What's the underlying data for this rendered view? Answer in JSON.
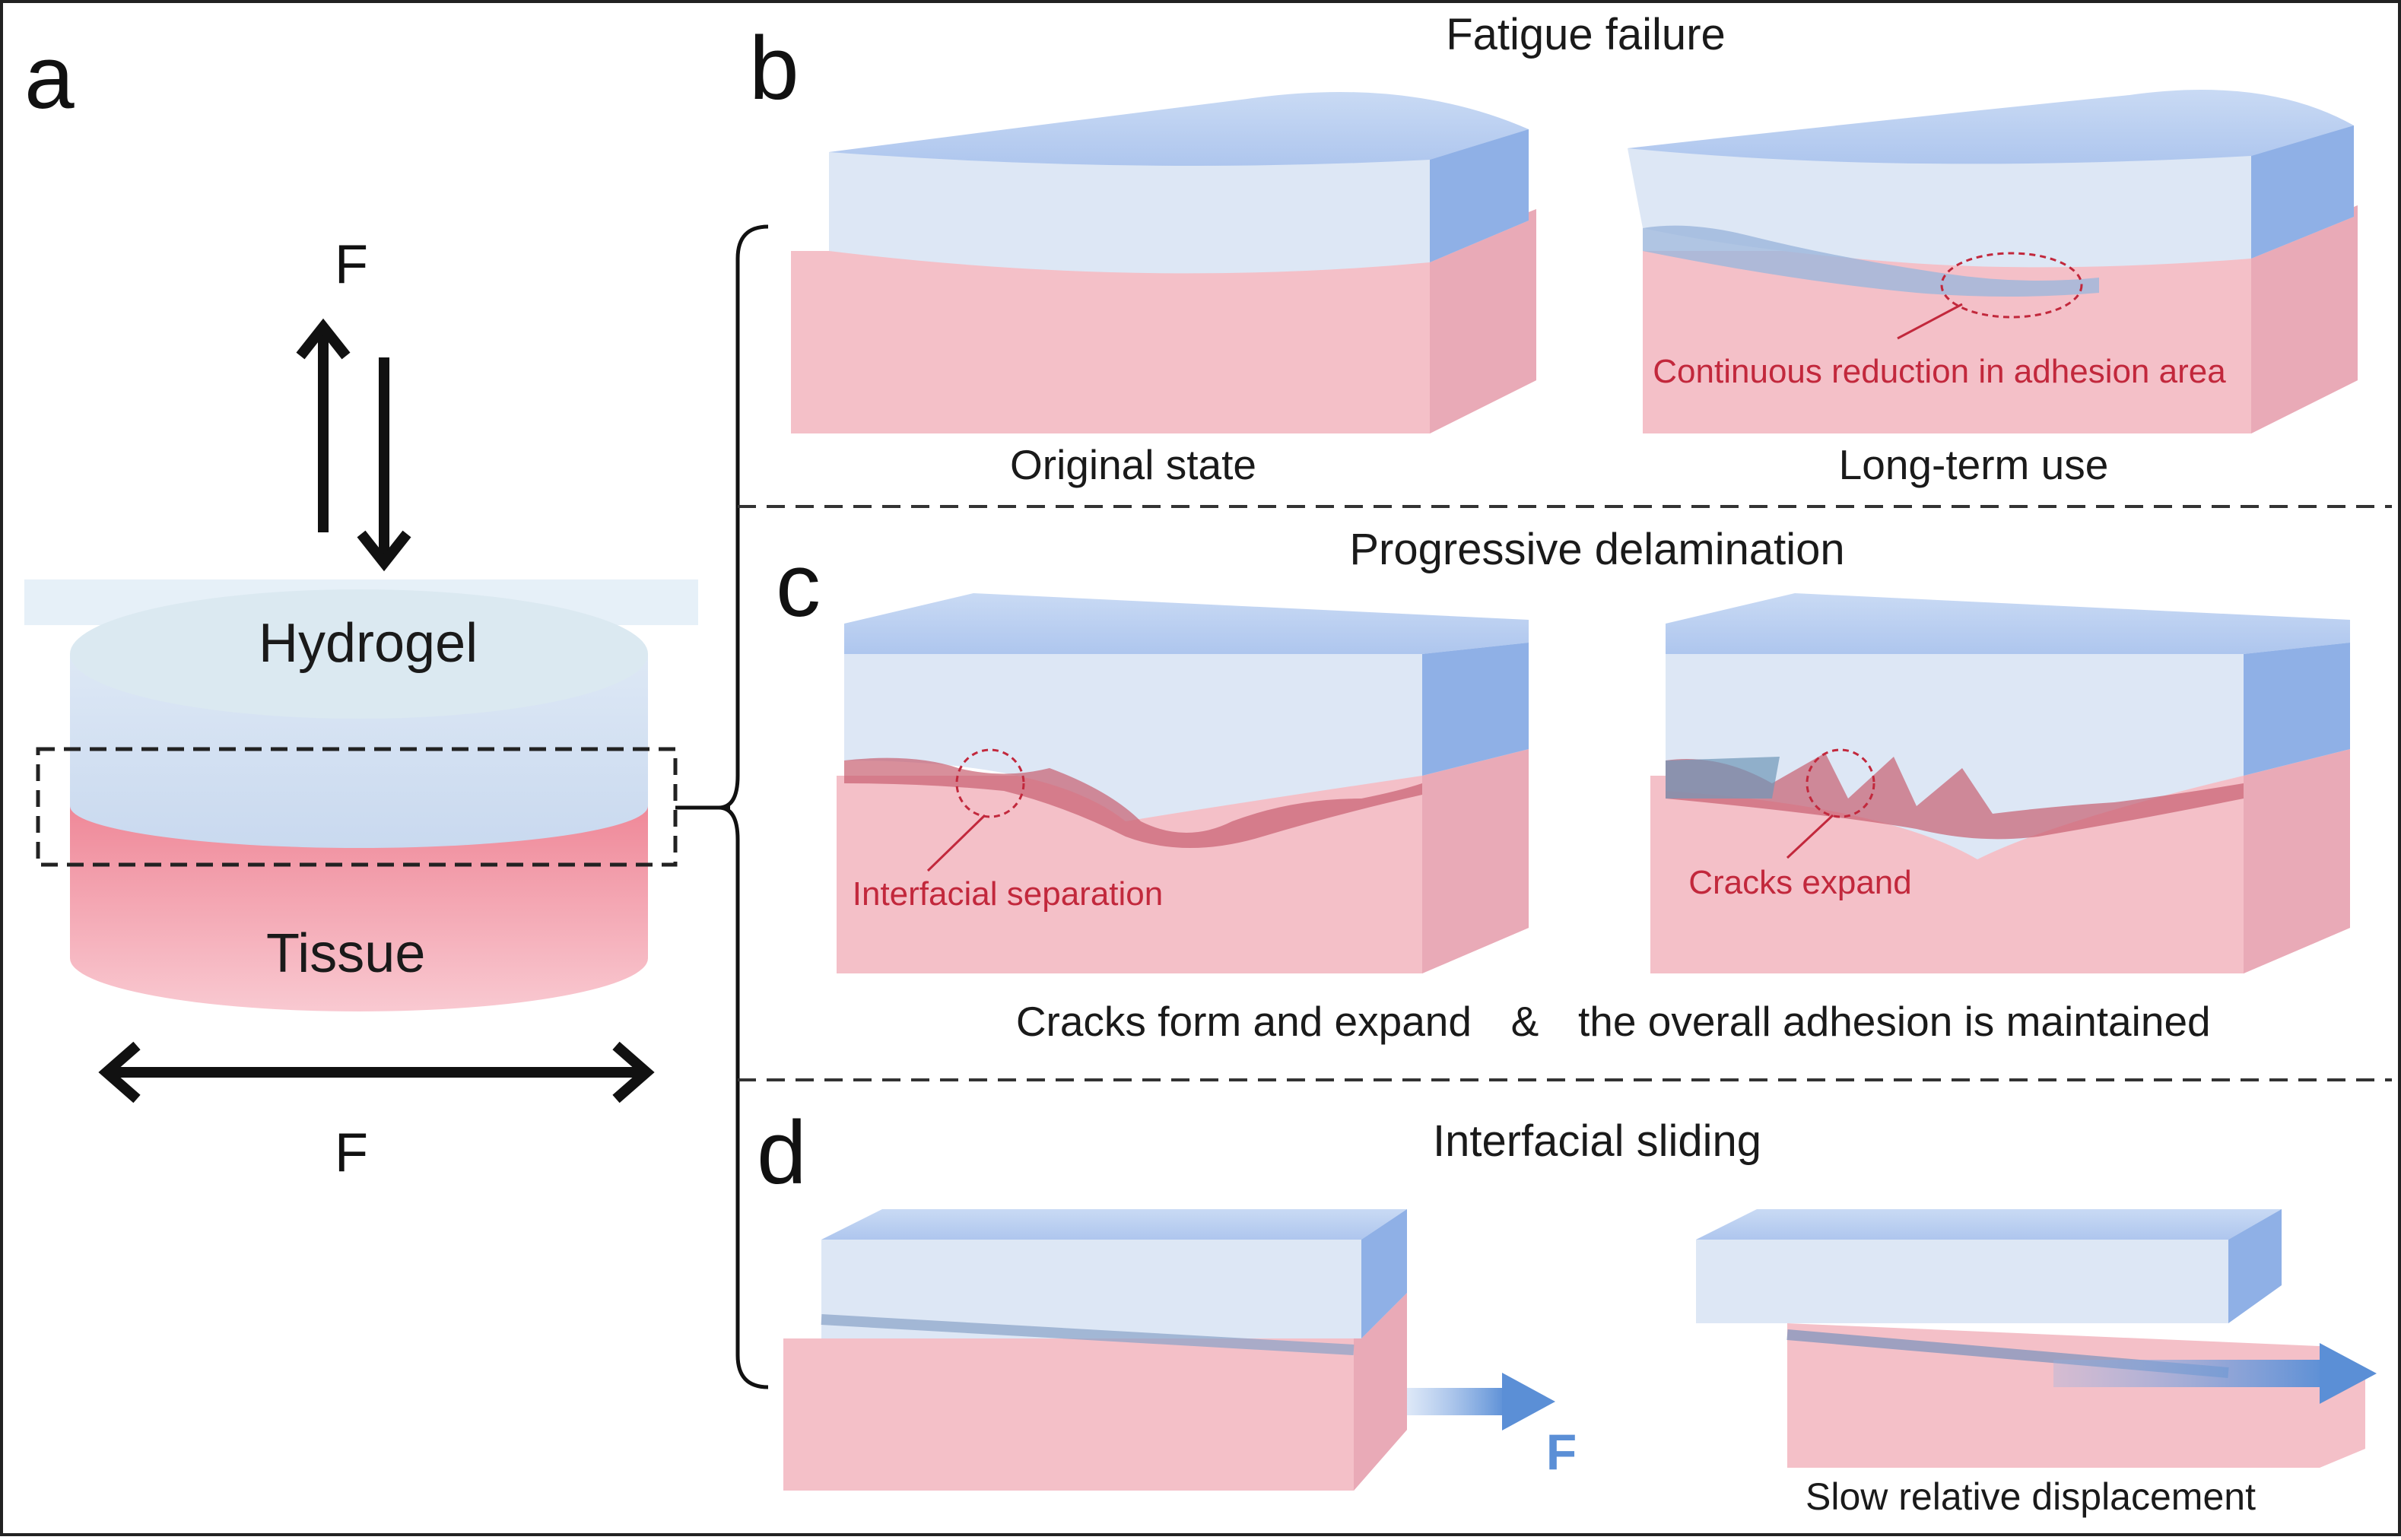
{
  "panels": {
    "a": {
      "letter": "a",
      "force_top": "F",
      "force_bottom": "F",
      "hydrogel_label": "Hydrogel",
      "tissue_label": "Tissue"
    },
    "b": {
      "letter": "b",
      "title": "Fatigue failure",
      "left_caption": "Original state",
      "right_caption": "Long-term use",
      "annotation": "Continuous reduction in adhesion area"
    },
    "c": {
      "letter": "c",
      "title": "Progressive delamination",
      "annotation_left": "Interfacial separation",
      "annotation_right": "Cracks expand",
      "caption_left": "Cracks form and expand",
      "caption_amp": "&",
      "caption_right": "the overall adhesion is maintained"
    },
    "d": {
      "letter": "d",
      "title": "Interfacial sliding",
      "force_label": "F",
      "right_caption": "Slow relative displacement"
    }
  },
  "colors": {
    "hydrogel": "#b9cdef",
    "hydrogel_side": "#8fb0e6",
    "tissue": "#f5b4bf",
    "tissue_side": "#e8a5b3",
    "annotation": "#c2283c",
    "arrow_blue": "#5b8fd6"
  }
}
